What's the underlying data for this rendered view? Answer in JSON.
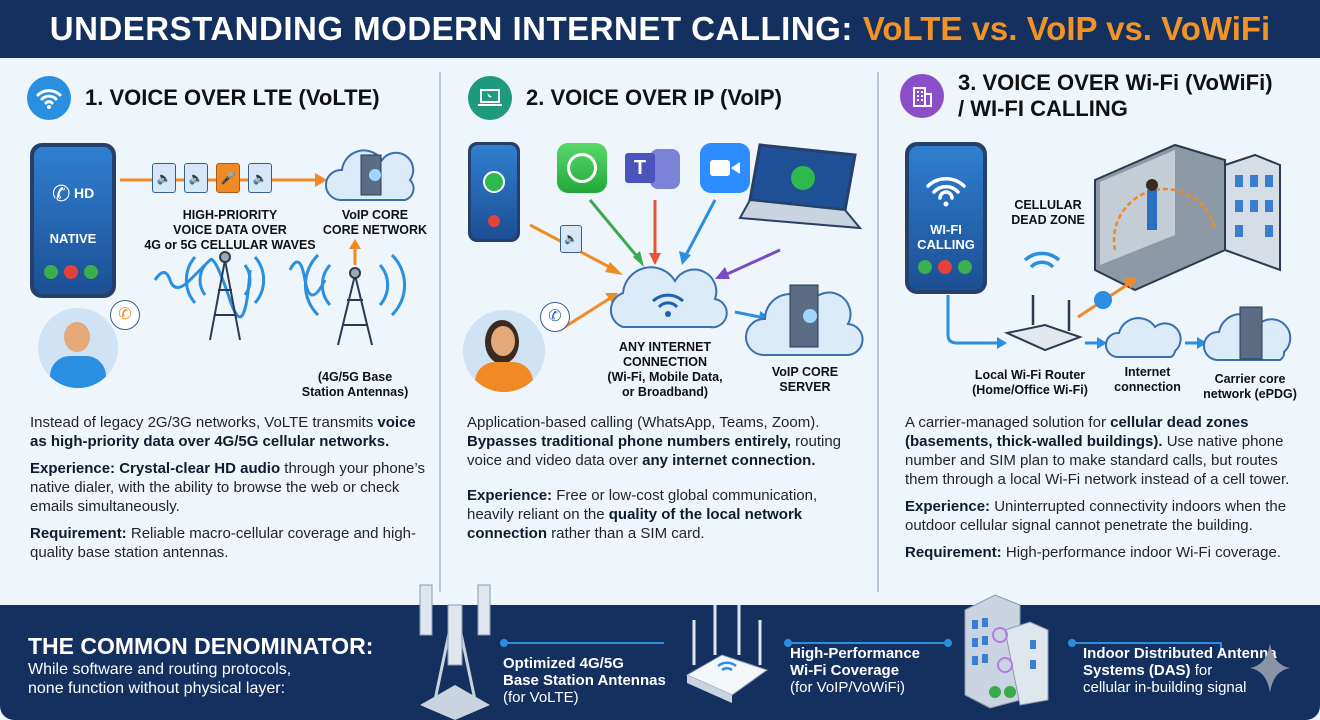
{
  "header": {
    "title_main": "UNDERSTANDING MODERN INTERNET CALLING:",
    "title_accent": "VoLTE vs. VoIP vs. VoWiFi"
  },
  "colors": {
    "navy": "#13305f",
    "accent": "#f39325",
    "blue": "#2a8fe0"
  },
  "sections": [
    {
      "icon": "wifi-icon",
      "heading": "1. VOICE OVER LTE (VoLTE)",
      "diagram": {
        "phone_badge": "HD",
        "phone_label": "NATIVE",
        "packets_label": [
          "HIGH-PRIORITY",
          "VOICE DATA",
          "OVER",
          "4G or 5G CELLULAR WAVES"
        ],
        "core_label": [
          "VoIP CORE",
          "CORE NETWORK"
        ],
        "antenna_label": [
          "(4G/5G Base",
          "Station Antennas)"
        ]
      },
      "paragraphs": [
        [
          "Instead of legacy 2G/3G networks, VoLTE transmits ",
          "voice as high-priority data over 4G/5G cellular networks."
        ],
        [
          "Experience:",
          " ",
          "Crystal-clear HD audio",
          " through your phone’s native dialer, with the ability to browse the web or check emails simultaneously."
        ],
        [
          "Requirement:",
          " Reliable macro-cellular coverage and high-quality base station antennas."
        ]
      ]
    },
    {
      "icon": "laptop-icon",
      "heading": "2. VOICE OVER IP (VoIP)",
      "diagram": {
        "apps": [
          "whatsapp-icon",
          "teams-icon",
          "zoom-icon"
        ],
        "teams_letter": "T",
        "cloud_label": [
          "ANY INTERNET",
          "CONNECTION",
          "(Wi-Fi, Mobile Data,",
          "or Broadband)"
        ],
        "server_label": [
          "VoIP CORE",
          "SERVER"
        ]
      },
      "paragraphs": [
        [
          "Application-based calling (WhatsApp, Teams, Zoom). ",
          "Bypasses traditional phone numbers entirely,",
          " routing voice and video data over ",
          "any internet connection."
        ],
        [
          "Experience:",
          " Free or low-cost global communication, heavily reliant on the ",
          "quality of the local network connection",
          " rather than a SIM card."
        ]
      ]
    },
    {
      "icon": "building-icon",
      "heading": [
        "3. VOICE OVER Wi-Fi (VoWiFi)",
        "/ WI-FI CALLING"
      ],
      "diagram": {
        "phone_label": [
          "WI-FI",
          "CALLING"
        ],
        "dead_zone_label": [
          "CELLULAR",
          "DEAD ZONE"
        ],
        "router_label": [
          "Local Wi-Fi Router",
          "(Home/Office Wi-Fi)"
        ],
        "internet_label": [
          "Internet",
          "connection"
        ],
        "carrier_label": [
          "Carrier core",
          "network (ePDG)"
        ]
      },
      "paragraphs": [
        [
          "A carrier-managed solution for ",
          "cellular dead zones (basements, thick-walled buildings).",
          " Use native phone number and SIM plan to make standard calls, but routes them through a local Wi-Fi network instead of a cell tower."
        ],
        [
          "Experience:",
          " Uninterrupted connectivity indoors when the outdoor cellular signal cannot penetrate the building."
        ],
        [
          "Requirement:",
          " High-performance indoor Wi-Fi coverage."
        ]
      ]
    }
  ],
  "footer": {
    "title": "THE COMMON DENOMINATOR:",
    "subtitle": [
      "While software and routing protocols,",
      "none function without physical layer:"
    ],
    "items": [
      {
        "icon": "cell-tower-icon",
        "lines": [
          "Optimized 4G/5G",
          "Base Station Antennas",
          "(for VoLTE)"
        ]
      },
      {
        "icon": "wifi-router-icon",
        "lines": [
          "High-Performance",
          "Wi-Fi Coverage",
          "(for VoIP/VoWiFi)"
        ]
      },
      {
        "icon": "office-building-icon",
        "lines": [
          "Indoor Distributed Antenna",
          "Systems (DAS)",
          " for",
          "cellular in-building signal"
        ]
      }
    ]
  }
}
